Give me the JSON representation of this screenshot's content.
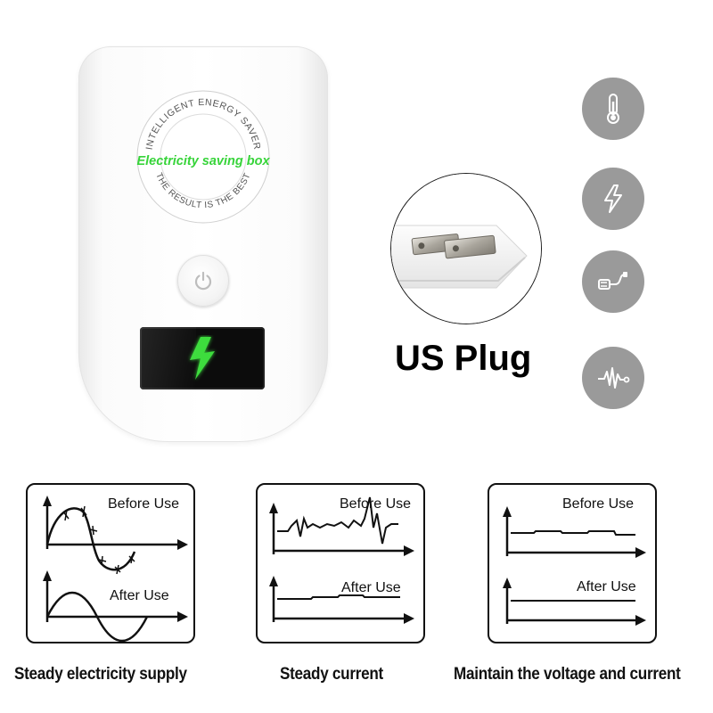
{
  "device": {
    "seal_top_text": "INTELLIGENT ENERGY SAVER",
    "seal_center_text": "Electricity  saving box",
    "seal_bottom_text": "THE RESULT IS THE BEST",
    "accent_color": "#3ddc3d"
  },
  "plug": {
    "label": "US Plug"
  },
  "feature_icons": [
    "thermometer-icon",
    "lightning-icon",
    "plug-cable-icon",
    "waveform-icon"
  ],
  "panels": [
    {
      "before_label": "Before Use",
      "after_label": "After Use",
      "caption": "Steady electricity supply"
    },
    {
      "before_label": "Before Use",
      "after_label": "After Use",
      "caption": "Steady current"
    },
    {
      "before_label": "Before Use",
      "after_label": "After Use",
      "caption": "Maintain the voltage and current"
    }
  ]
}
